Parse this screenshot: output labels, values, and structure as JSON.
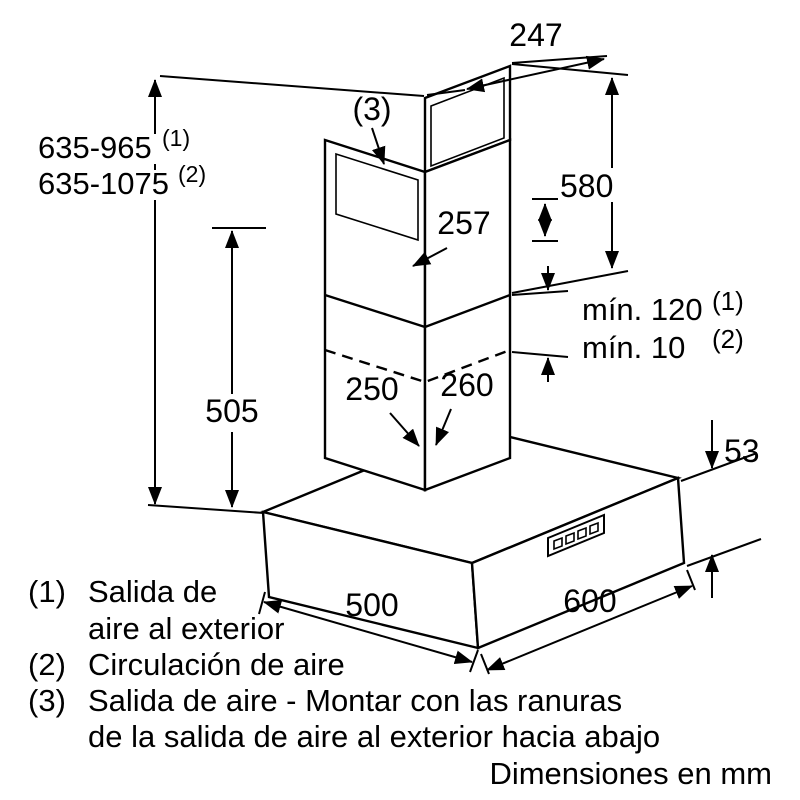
{
  "labels": {
    "top_width": "247",
    "vent_ref": "(3)",
    "height_range_1": "635-965",
    "height_range_1_ref": "(1)",
    "height_range_2": "635-1075",
    "height_range_2_ref": "(2)",
    "upper_section_height": "580",
    "top_depth": "257",
    "min_clearance_1": "mín. 120",
    "min_clearance_1_ref": "(1)",
    "min_clearance_2": "mín. 10",
    "min_clearance_2_ref": "(2)",
    "lower_section_height": "505",
    "chimney_depth": "250",
    "chimney_width": "260",
    "hood_body_height": "53",
    "hood_depth": "500",
    "hood_width": "600"
  },
  "legend": {
    "item1_num": "(1)",
    "item1_line1": "Salida de",
    "item1_line2": "aire al exterior",
    "item2_num": "(2)",
    "item2_line1": "Circulación de aire",
    "item3_num": "(3)",
    "item3_line1": "Salida de aire - Montar con las ranuras",
    "item3_line2": "de la salida de aire al exterior hacia abajo"
  },
  "footer": "Dimensiones en mm"
}
